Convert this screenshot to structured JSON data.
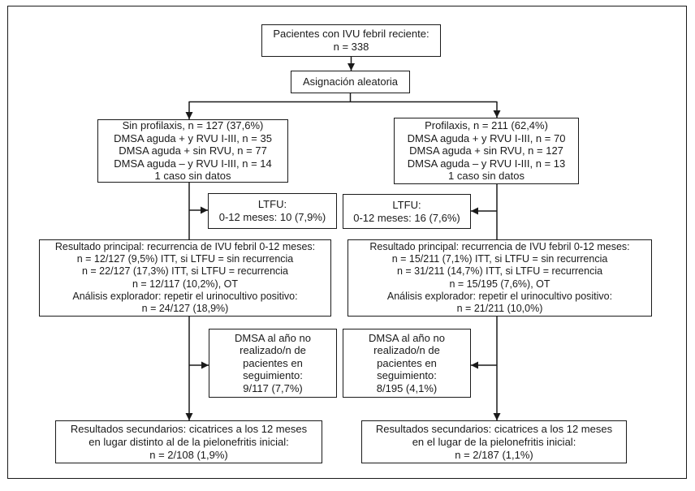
{
  "figure": {
    "type": "consort-flow-diagram",
    "background_color": "#ffffff",
    "line_color": "#1a1a1a"
  },
  "boxes": {
    "patients": {
      "lines": [
        "Pacientes con IVU febril reciente:",
        "n = 338"
      ]
    },
    "randomization": {
      "lines": [
        "Asignación aleatoria"
      ]
    },
    "no_prophylaxis": {
      "lines": [
        "Sin profilaxis, n = 127 (37,6%)",
        "DMSA aguda + y RVU I-III, n = 35",
        "DMSA aguda + sin RVU, n = 77",
        "DMSA aguda – y RVU I-III, n = 14",
        "1 caso sin datos"
      ]
    },
    "prophylaxis": {
      "lines": [
        "Profilaxis, n = 211 (62,4%)",
        "DMSA aguda + y RVU I-III, n = 70",
        "DMSA aguda + sin RVU, n = 127",
        "DMSA aguda – y RVU I-III, n = 13",
        "1 caso sin datos"
      ]
    },
    "ltfu_left": {
      "lines": [
        "LTFU:",
        "0-12 meses: 10 (7,9%)"
      ]
    },
    "ltfu_right": {
      "lines": [
        "LTFU:",
        "0-12 meses: 16 (7,6%)"
      ]
    },
    "primary_left": {
      "lines": [
        "Resultado principal: recurrencia de IVU febril 0-12 meses:",
        "n = 12/127 (9,5%) ITT, si LTFU = sin recurrencia",
        "n = 22/127 (17,3%) ITT, si LTFU = recurrencia",
        "n = 12/117 (10,2%), OT",
        "Análisis explorador: repetir el urinocultivo positivo:",
        "n = 24/127 (18,9%)"
      ]
    },
    "primary_right": {
      "lines": [
        "Resultado principal: recurrencia de IVU febril 0-12 meses:",
        "n = 15/211 (7,1%) ITT, si LTFU = sin recurrencia",
        "n = 31/211 (14,7%) ITT, si LTFU = recurrencia",
        "n = 15/195 (7,6%), OT",
        "Análisis explorador: repetir el urinocultivo positivo:",
        "n = 21/211 (10,0%)"
      ]
    },
    "dmsa_left": {
      "lines": [
        "DMSA al año no",
        "realizado/n de",
        "pacientes en",
        "seguimiento:",
        "9/117 (7,7%)"
      ]
    },
    "dmsa_right": {
      "lines": [
        "DMSA al año no",
        "realizado/n de",
        "pacientes en",
        "seguimiento:",
        "8/195 (4,1%)"
      ]
    },
    "secondary_left": {
      "lines": [
        "Resultados secundarios: cicatrices a los 12 meses",
        "en lugar distinto al de la pielonefritis inicial:",
        "n = 2/108 (1,9%)"
      ]
    },
    "secondary_right": {
      "lines": [
        "Resultados secundarios: cicatrices a los 12 meses",
        "en el lugar de la pielonefritis inicial:",
        "n = 2/187 (1,1%)"
      ]
    }
  }
}
